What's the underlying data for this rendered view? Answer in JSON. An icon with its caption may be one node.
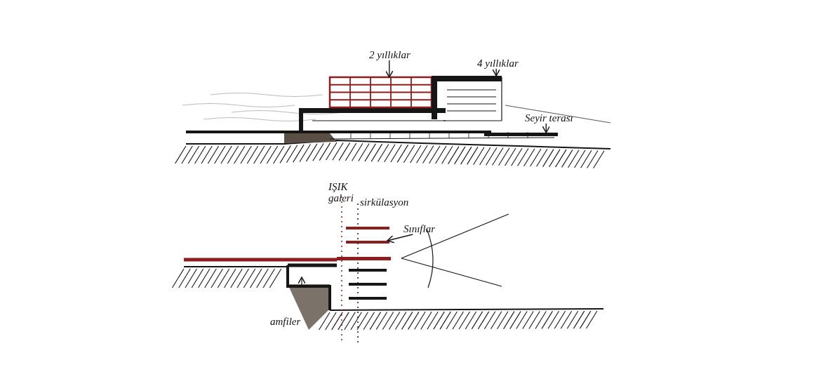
{
  "diagram": {
    "nodes": [
      {
        "text": [
          "2 yıllıklar"
        ]
      },
      {
        "text": [],
        "shape": "box"
      },
      {
        "text": [
          "4 yıllıklar"
        ]
      },
      {
        "text": [],
        "shape": "box"
      },
      {
        "text": [
          "Seyir terası"
        ]
      },
      {
        "text": [],
        "shape": "bar"
      },
      {
        "text": [
          "Sınıflar"
        ]
      },
      {
        "text": [],
        "shape": "bar"
      }
    ],
    "edges": [
      {
        "from": 0,
        "to": 1,
        "arrow": "to"
      },
      {
        "from": 2,
        "to": 3,
        "arrow": "to"
      },
      {
        "from": 4,
        "to": 5,
        "arrow": "to"
      },
      {
        "from": 6,
        "to": 7,
        "arrow": "to"
      }
    ],
    "labels": [
      "IŞIK galeri",
      "sirkülasyon",
      "amfiler"
    ]
  }
}
